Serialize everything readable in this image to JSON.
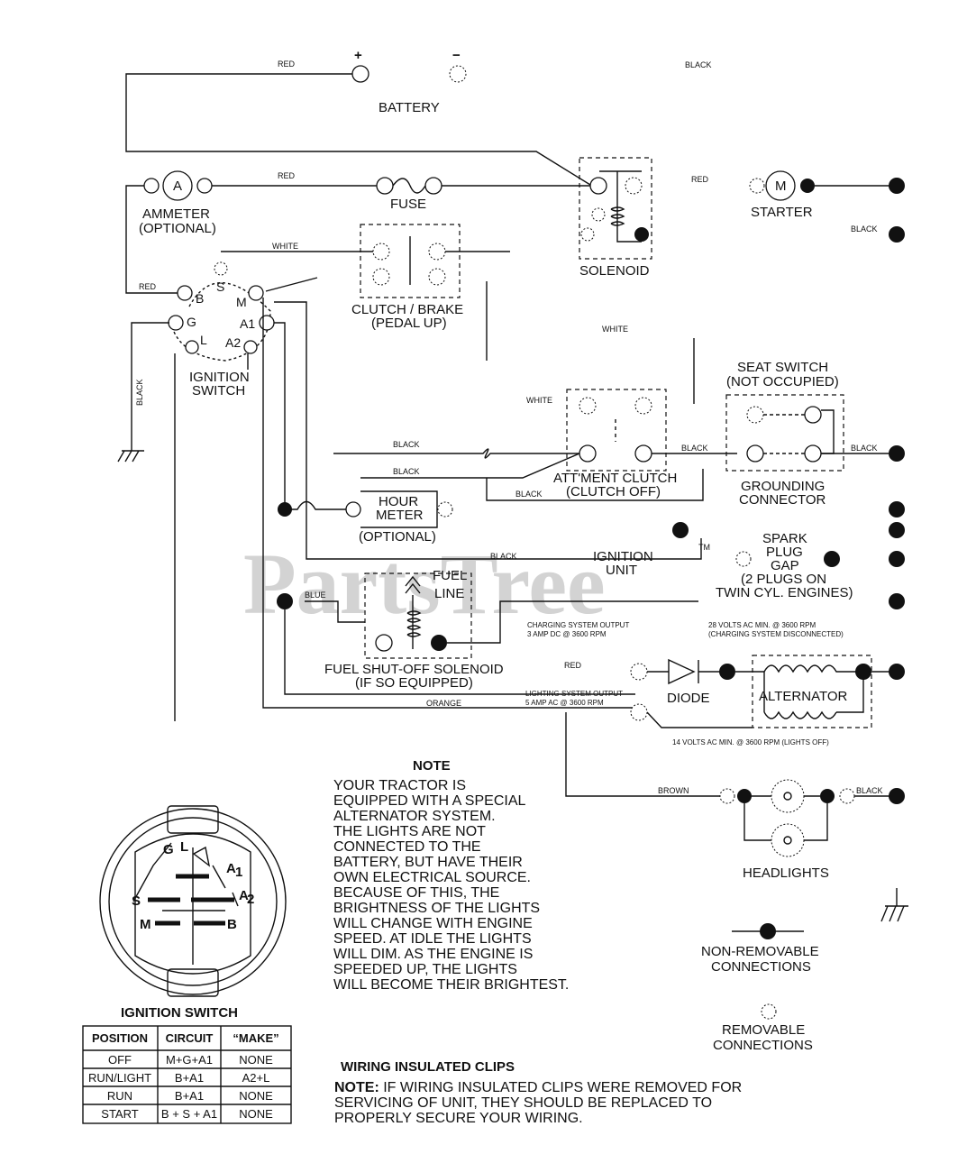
{
  "watermark": "PartsTree",
  "trademark": "TM",
  "battery": {
    "label": "BATTERY",
    "plus": "+",
    "minus": "−"
  },
  "wire_labels": {
    "red_top": "RED",
    "black_top": "BLACK",
    "red_fuse": "RED",
    "red_starter": "RED",
    "black_starter": "BLACK",
    "white_clutch": "WHITE",
    "red_ign": "RED",
    "black_vertical": "BLACK",
    "white_mid": "WHITE",
    "white_att": "WHITE",
    "black_att1": "BLACK",
    "black_att2": "BLACK",
    "black_att3": "BLACK",
    "black_seat1": "BLACK",
    "black_seat2": "BLACK",
    "black_ign_unit": "BLACK",
    "blue": "BLUE",
    "red_alt": "RED",
    "orange": "ORANGE",
    "brown": "BROWN",
    "black_head": "BLACK"
  },
  "components": {
    "ammeter": "AMMETER",
    "ammeter_opt": "(OPTIONAL)",
    "ammeter_symbol": "A",
    "fuse": "FUSE",
    "solenoid": "SOLENOID",
    "starter": "STARTER",
    "starter_symbol": "M",
    "clutch_brake": "CLUTCH / BRAKE",
    "pedal_up": "(PEDAL UP)",
    "ignition_switch_1": "IGNITION",
    "ignition_switch_2": "SWITCH",
    "seat_switch": "SEAT SWITCH",
    "not_occupied": "(NOT OCCUPIED)",
    "att_clutch": "ATT'MENT CLUTCH",
    "clutch_off": "(CLUTCH OFF)",
    "grounding": "GROUNDING",
    "connector": "CONNECTOR",
    "hour": "HOUR",
    "meter": "METER",
    "hour_opt": "(OPTIONAL)",
    "ign_unit_1": "IGNITION",
    "ign_unit_2": "UNIT",
    "spark": "SPARK",
    "plug": "PLUG",
    "gap": "GAP",
    "two_plugs": "(2 PLUGS ON",
    "twin": "TWIN CYL. ENGINES)",
    "fuel": "FUEL",
    "line": "LINE",
    "fuel_solenoid": "FUEL SHUT-OFF SOLENOID",
    "if_equipped": "(IF SO EQUIPPED)",
    "diode": "DIODE",
    "alternator": "ALTERNATOR",
    "headlights": "HEADLIGHTS"
  },
  "pins": {
    "B": "B",
    "S": "S",
    "M": "M",
    "G": "G",
    "A1": "A1",
    "L": "L",
    "A2": "A2"
  },
  "specs": {
    "charge_out_1": "CHARGING SYSTEM OUTPUT",
    "charge_out_2": "3 AMP DC @ 3600 RPM",
    "volts28_1": "28 VOLTS AC MIN. @ 3600 RPM",
    "volts28_2": "(CHARGING SYSTEM DISCONNECTED)",
    "light_out_1": "LIGHTING SYSTEM OUTPUT",
    "light_out_2": "5 AMP AC @ 3600 RPM",
    "volts14": "14 VOLTS AC MIN. @ 3600 RPM (LIGHTS OFF)"
  },
  "note": {
    "title": "NOTE",
    "lines": [
      "YOUR TRACTOR IS",
      "EQUIPPED WITH A SPECIAL",
      "ALTERNATOR SYSTEM.",
      "THE LIGHTS ARE NOT",
      "CONNECTED TO THE",
      "BATTERY, BUT HAVE THEIR",
      "OWN ELECTRICAL SOURCE.",
      "BECAUSE OF THIS, THE",
      "BRIGHTNESS OF THE LIGHTS",
      "WILL CHANGE WITH ENGINE",
      "SPEED.  AT IDLE THE LIGHTS",
      "WILL DIM.  AS THE ENGINE IS",
      "SPEEDED UP, THE LIGHTS",
      "WILL BECOME THEIR BRIGHTEST."
    ]
  },
  "legend": {
    "nonremovable_1": "NON-REMOVABLE",
    "nonremovable_2": "CONNECTIONS",
    "removable_1": "REMOVABLE",
    "removable_2": "CONNECTIONS"
  },
  "clips": {
    "title": "WIRING INSULATED CLIPS",
    "note_label": "NOTE:",
    "line1": " IF WIRING INSULATED CLIPS WERE REMOVED FOR",
    "line2": "SERVICING OF UNIT, THEY SHOULD BE REPLACED TO",
    "line3": "PROPERLY SECURE YOUR WIRING."
  },
  "switch_detail": {
    "title": "IGNITION SWITCH",
    "pins": {
      "G": "G",
      "L": "L",
      "A1": "A",
      "A1_sub": "1",
      "S": "S",
      "A2": "A",
      "A2_sub": "2",
      "M": "M",
      "B": "B"
    }
  },
  "switch_table": {
    "headers": [
      "POSITION",
      "CIRCUIT",
      "“MAKE”"
    ],
    "rows": [
      [
        "OFF",
        "M+G+A1",
        "NONE"
      ],
      [
        "RUN/LIGHT",
        "B+A1",
        "A2+L"
      ],
      [
        "RUN",
        "B+A1",
        "NONE"
      ],
      [
        "START",
        "B + S + A1",
        "NONE"
      ]
    ]
  }
}
